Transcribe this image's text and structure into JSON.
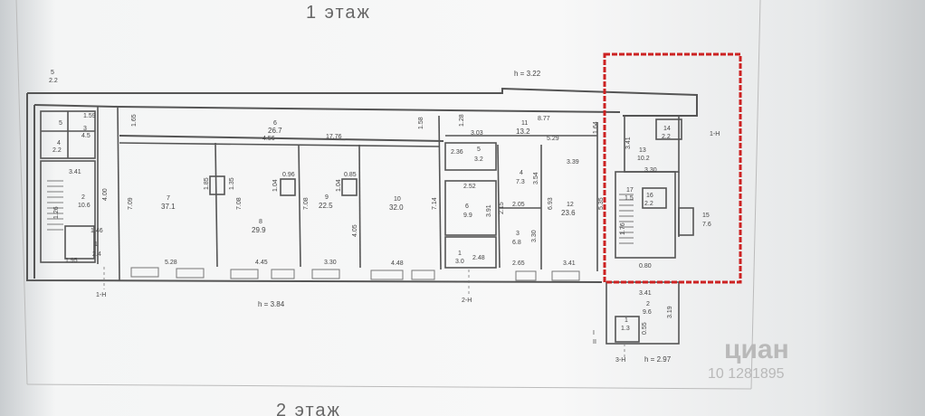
{
  "plan": {
    "floor_title": "1 этаж",
    "next_floor_title": "2 этаж",
    "heights": {
      "top": "h = 3.22",
      "main": "h = 3.84",
      "annex": "h = 2.97"
    },
    "sections": [
      "1-Н",
      "2-Н",
      "3-Н",
      "1-Н"
    ],
    "stair_mark": "I",
    "stair_mark_2": "II",
    "rooms": [
      {
        "num": "5",
        "area": "2.2"
      },
      {
        "num": "5",
        "area": ""
      },
      {
        "num": "3",
        "area": "4.5"
      },
      {
        "num": "4",
        "area": "2.2"
      },
      {
        "num": "2",
        "area": "10.6"
      },
      {
        "num": "1",
        "area": "2.4"
      },
      {
        "num": "6",
        "area": "26.7"
      },
      {
        "num": "7",
        "area": "37.1"
      },
      {
        "num": "8",
        "area": "29.9"
      },
      {
        "num": "9",
        "area": "22.5"
      },
      {
        "num": "10",
        "area": "32.0"
      },
      {
        "num": "11",
        "area": "13.2"
      },
      {
        "num": "5",
        "area": "3.2"
      },
      {
        "num": "4",
        "area": "7.3"
      },
      {
        "num": "6",
        "area": "9.9"
      },
      {
        "num": "3",
        "area": "6.8"
      },
      {
        "num": "1",
        "area": "3.0"
      },
      {
        "num": "12",
        "area": "23.6"
      },
      {
        "num": "13",
        "area": "10.2"
      },
      {
        "num": "14",
        "area": "2.2"
      },
      {
        "num": "15",
        "area": "7.6"
      },
      {
        "num": "16",
        "area": "2.2"
      },
      {
        "num": "17",
        "area": "1.5"
      },
      {
        "num": "2",
        "area": "9.6"
      },
      {
        "num": "1",
        "area": "1.3"
      }
    ],
    "dims": [
      "1.59",
      "1.65",
      "3.41",
      "4.00",
      "1.46",
      "1.95",
      "7.09",
      "1.85",
      "1.35",
      "7.08",
      "0.96",
      "1.04",
      "7.08",
      "0.85",
      "1.04",
      "4.05",
      "4.56",
      "2.15",
      "7.14",
      "1.58",
      "1.28",
      "3.03",
      "8.77",
      "17.76",
      "5.28",
      "4.45",
      "3.30",
      "4.48",
      "2.36",
      "2.52",
      "2.05",
      "3.91",
      "3.30",
      "2.48",
      "2.65",
      "3.41",
      "5.29",
      "6.93",
      "3.54",
      "3.39",
      "1.64",
      "3.41",
      "3.30",
      "5.35",
      "3.41",
      "3.19",
      "0.55",
      "0.80",
      "1.26",
      "1.76"
    ],
    "watermark": "циан",
    "watermark_id": "10 1281895",
    "highlight_color": "#cc2222"
  }
}
